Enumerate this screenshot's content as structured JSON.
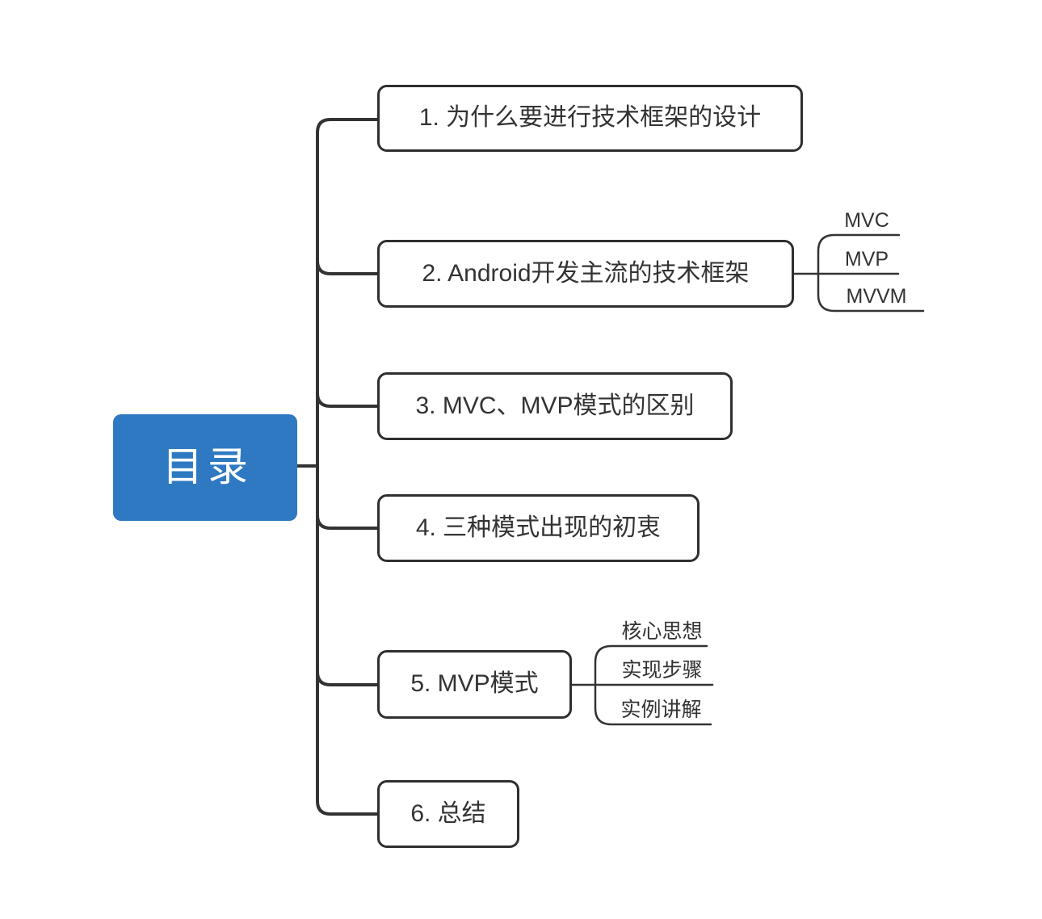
{
  "root": {
    "label": "目录"
  },
  "branches": [
    {
      "label": "1. 为什么要进行技术框架的设计",
      "children": []
    },
    {
      "label": "2. Android开发主流的技术框架",
      "children": [
        "MVC",
        "MVP",
        "MVVM"
      ]
    },
    {
      "label": "3. MVC、MVP模式的区别",
      "children": []
    },
    {
      "label": "4. 三种模式出现的初衷",
      "children": []
    },
    {
      "label": "5. MVP模式",
      "children": [
        "核心思想",
        "实现步骤",
        "实例讲解"
      ]
    },
    {
      "label": "6. 总结",
      "children": []
    }
  ],
  "palette": {
    "root_background": "#2E79C1",
    "root_text": "#FFFFFF",
    "node_border": "#2F2F2F",
    "node_text": "#333333",
    "connector": "#333333",
    "canvas_background": "#FFFFFF"
  }
}
